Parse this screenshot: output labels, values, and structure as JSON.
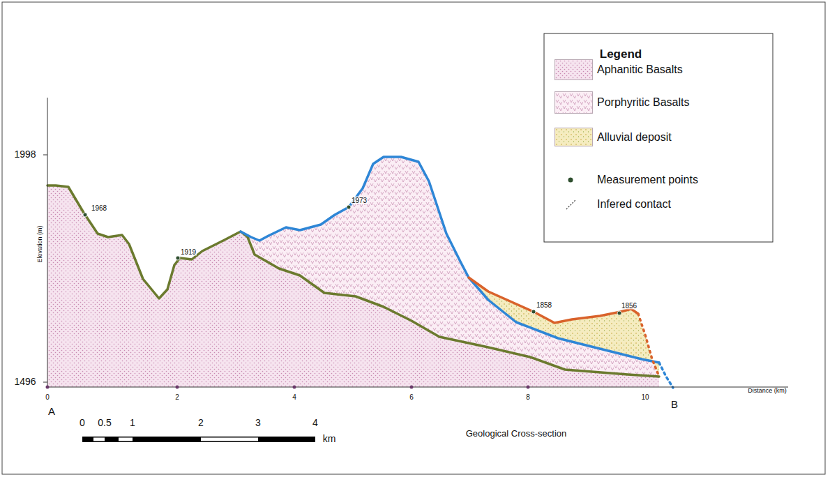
{
  "diagram": {
    "caption": "Geological Cross-section",
    "labels": [
      "Legend",
      "1998",
      "1496",
      "Elevation (m)",
      "0",
      "2",
      "4",
      "6",
      "8",
      "10",
      "Distance (km)",
      "A",
      "B",
      "1968",
      "1919",
      "1973",
      "1858",
      "1856",
      "0",
      "0.5",
      "1",
      "2",
      "3",
      "4",
      "km"
    ],
    "legend": [
      {
        "text": "Aphanitic Basalts",
        "color": "#f6e4ef"
      },
      {
        "text": "Porphyritic Basalts",
        "color": "#fbeef5"
      },
      {
        "text": "Alluvial deposit",
        "color": "#f5ecc0"
      },
      {
        "text": "Measurement points"
      },
      {
        "text": "Infered contact"
      }
    ]
  }
}
